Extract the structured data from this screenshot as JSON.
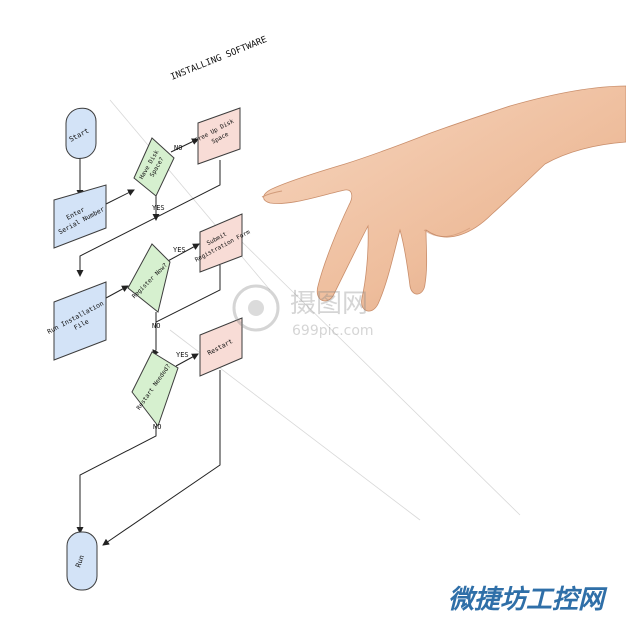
{
  "diagram": {
    "title": "INSTALLING SOFTWARE",
    "nodes": {
      "start": {
        "text": "Start",
        "shape": "terminal",
        "color": "#d3e3f7"
      },
      "enter_serial": {
        "lines": [
          "Enter",
          "Serial Number"
        ],
        "shape": "process",
        "color": "#d3e3f7"
      },
      "have_disk_space": {
        "lines": [
          "Have Disk",
          "Space?"
        ],
        "shape": "decision",
        "color": "#d6f0cf"
      },
      "free_disk_space": {
        "lines": [
          "Free Up Disk",
          "Space"
        ],
        "shape": "process",
        "color": "#f8dcd6"
      },
      "run_install": {
        "lines": [
          "Run Installation",
          "File"
        ],
        "shape": "process",
        "color": "#d3e3f7"
      },
      "register_now": {
        "text": "Register Now?",
        "shape": "decision",
        "color": "#d6f0cf"
      },
      "submit_form": {
        "lines": [
          "Submit",
          "Registration Form"
        ],
        "shape": "process",
        "color": "#f8dcd6"
      },
      "restart_needed": {
        "text": "Restart Needed?",
        "shape": "decision",
        "color": "#d6f0cf"
      },
      "restart": {
        "text": "Restart",
        "shape": "process",
        "color": "#f8dcd6"
      },
      "run": {
        "text": "Run",
        "shape": "terminal",
        "color": "#d3e3f7"
      }
    },
    "edge_labels": {
      "disk_no": "NO",
      "disk_yes": "YES",
      "register_yes": "YES",
      "register_no": "NO",
      "restart_yes": "YES",
      "restart_no": "NO"
    }
  },
  "watermark": {
    "logo_text": "摄图网",
    "url_text": "699pic.com",
    "corner_text": "微捷坊工控网",
    "corner_color": "#2f6fa8"
  },
  "photo": {
    "subject": "hand pointing",
    "skin_color": "#f0c6a7"
  }
}
